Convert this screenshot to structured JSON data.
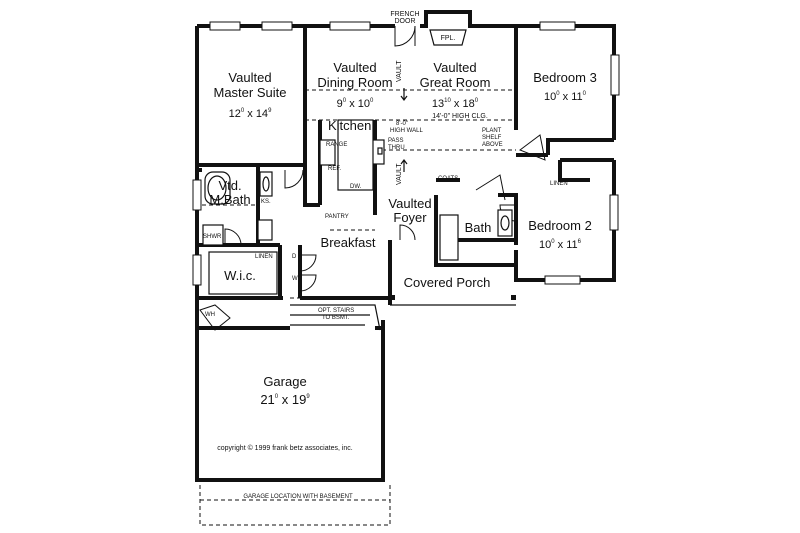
{
  "rooms": {
    "master_suite": {
      "line1": "Vaulted",
      "line2": "Master Suite",
      "dim_w": "12",
      "dim_w_sup": "0",
      "dim_x": "x",
      "dim_h": "14",
      "dim_h_sup": "9"
    },
    "dining": {
      "line1": "Vaulted",
      "line2": "Dining Room",
      "dim_w": "9",
      "dim_w_sup": "0",
      "dim_x": "x",
      "dim_h": "10",
      "dim_h_sup": "0"
    },
    "great_room": {
      "line1": "Vaulted",
      "line2": "Great Room",
      "dim_w": "13",
      "dim_w_sup": "10",
      "dim_x": "x",
      "dim_h": "18",
      "dim_h_sup": "0",
      "note": "14'-0\" HIGH CLG."
    },
    "bedroom3": {
      "line1": "Bedroom 3",
      "dim_w": "10",
      "dim_w_sup": "0",
      "dim_x": "x",
      "dim_h": "11",
      "dim_h_sup": "0"
    },
    "bedroom2": {
      "line1": "Bedroom 2",
      "dim_w": "10",
      "dim_w_sup": "0",
      "dim_x": "x",
      "dim_h": "11",
      "dim_h_sup": "6"
    },
    "kitchen": {
      "line1": "Kitchen"
    },
    "master_bath": {
      "line1": "Vtd.",
      "line2": "M.Bath"
    },
    "wic": {
      "line1": "W.i.c."
    },
    "breakfast": {
      "line1": "Breakfast"
    },
    "foyer": {
      "line1": "Vaulted",
      "line2": "Foyer"
    },
    "bath": {
      "line1": "Bath"
    },
    "covered_porch": {
      "line1": "Covered Porch"
    },
    "garage": {
      "line1": "Garage",
      "dim_w": "21",
      "dim_w_sup": "0",
      "dim_x": "x",
      "dim_h": "19",
      "dim_h_sup": "9"
    }
  },
  "labels": {
    "french_door_1": "FRENCH",
    "french_door_2": "DOOR",
    "fireplace": "FPL.",
    "vault": "VAULT",
    "high_wall_1": "8'-0\"",
    "high_wall_2": "HIGH WALL",
    "range": "RANGE",
    "pass_thru_1": "PASS",
    "pass_thru_2": "THRU",
    "ref": "REF.",
    "dw": "DW.",
    "pantry": "PANTRY",
    "plant_shelf_1": "PLANT",
    "plant_shelf_2": "SHELF",
    "plant_shelf_3": "ABOVE",
    "coats": "COATS",
    "linen_bed": "LINEN",
    "linen_wic": "LINEN",
    "ks": "KS.",
    "shwr": "SHWR",
    "d_label": "D",
    "w_label": "W",
    "wh": "WH",
    "opt_stairs_1": "OPT. STAIRS",
    "opt_stairs_2": "TO BSMT.",
    "garage_basement": "GARAGE LOCATION WITH BASEMENT",
    "copyright": "copyright © 1999 frank betz associates, inc."
  }
}
